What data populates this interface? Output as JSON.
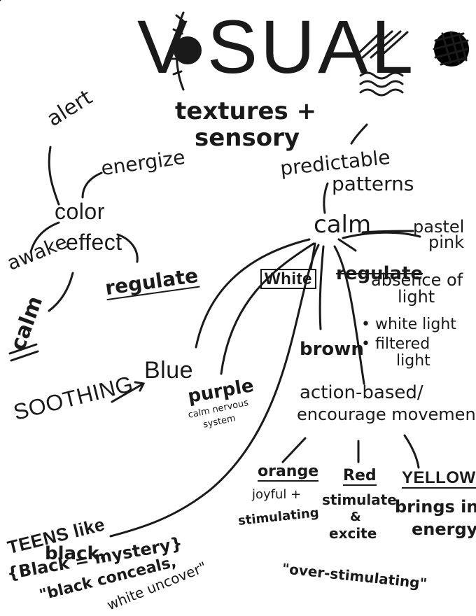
{
  "title": {
    "prefix": "V",
    "suffix": "SUAL",
    "subtitle_line1": "textures +",
    "subtitle_line2": "sensory"
  },
  "nodes": {
    "alert": "alert",
    "energize": "energize",
    "color_effect_1": "color",
    "color_effect_2": "effect",
    "awake": "awake",
    "regulate_left": "regulate",
    "calm_left": "calm",
    "soothing": "SOOTHING",
    "blue": "Blue",
    "purple": "purple",
    "purple_note_1": "calm nervous",
    "purple_note_2": "system",
    "teens_1": "TEENS like",
    "teens_2": "black.",
    "teens_3": "{Black = mystery}",
    "teens_4": "\"black conceals,",
    "teens_5": "white uncover\"",
    "predictable_1": "predictable",
    "predictable_2": "patterns",
    "calm_center": "calm",
    "pastel_1": "pastel",
    "pastel_2": "pink",
    "white": "White",
    "regulate_struck": "regulate",
    "absence_1": "absence of",
    "absence_2": "light",
    "white_light": "• white light",
    "filtered_1": "• filtered",
    "filtered_2": "light",
    "brown": "brown",
    "action_1": "action-based/",
    "action_2": "encourage movement",
    "orange": "orange",
    "orange_note_1": "joyful +",
    "orange_note_2": "stimulating",
    "red": "Red",
    "red_note_1": "stimulate",
    "red_note_2": "&",
    "red_note_3": "excite",
    "yellow": "YELLOW",
    "yellow_note_1": "brings in",
    "yellow_note_2": "energy",
    "over": "\"over-stimulating\""
  }
}
